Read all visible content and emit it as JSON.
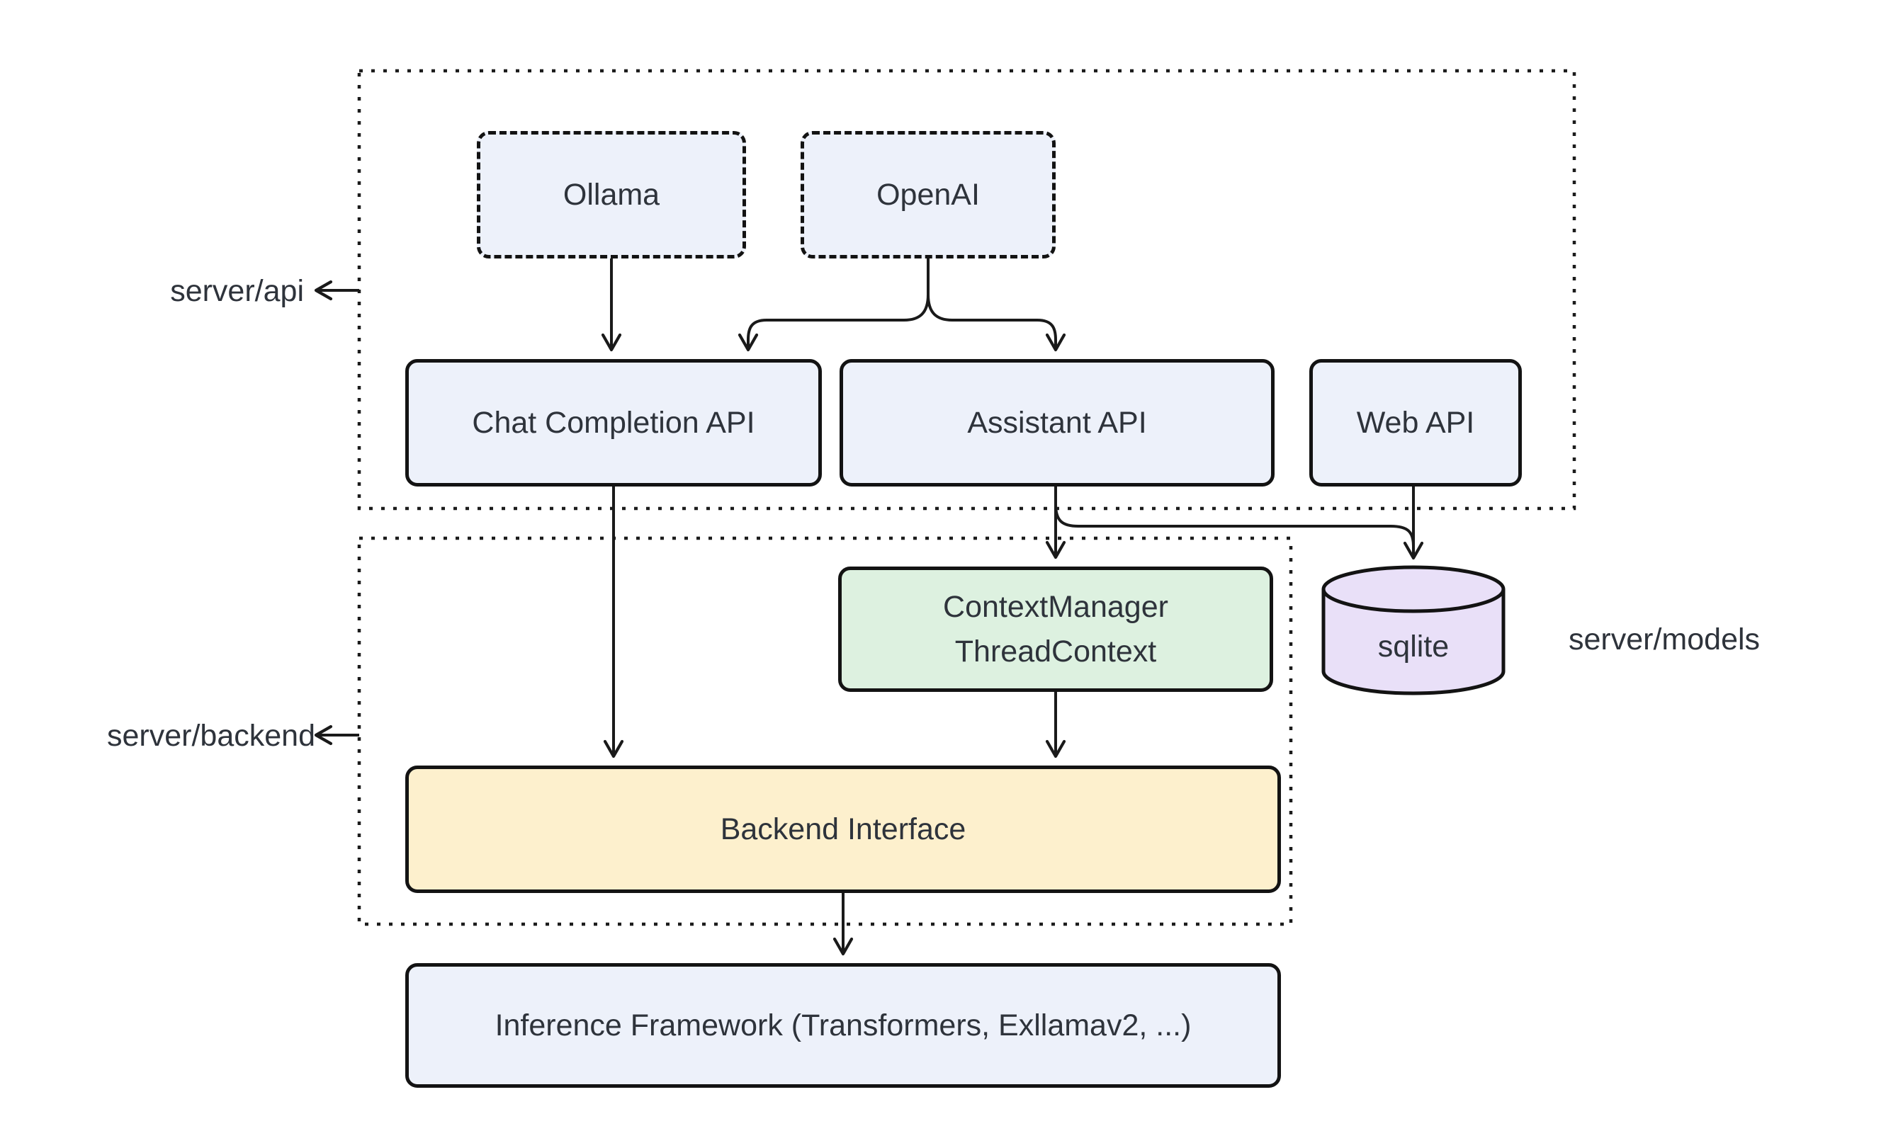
{
  "diagram": {
    "type": "architecture-flowchart",
    "background": "#ffffff"
  },
  "colors": {
    "node_blue": "#edf1fa",
    "node_green": "#ddf1e0",
    "node_yellow": "#fdf0cd",
    "node_purple": "#e9e0f8",
    "border": "#131313",
    "arrow": "#1a1a1a",
    "text": "#2e333b"
  },
  "containers": {
    "server_api": {
      "label": "server/api"
    },
    "server_backend": {
      "label": "server/backend"
    }
  },
  "labels": {
    "server_models": "server/models"
  },
  "nodes": {
    "ollama": {
      "label": "Ollama",
      "style": "dashed"
    },
    "openai": {
      "label": "OpenAI",
      "style": "dashed"
    },
    "chat_completion_api": {
      "label": "Chat Completion API",
      "style": "solid"
    },
    "assistant_api": {
      "label": "Assistant API",
      "style": "solid"
    },
    "web_api": {
      "label": "Web API",
      "style": "solid"
    },
    "context_manager": {
      "line1": "ContextManager",
      "line2": "ThreadContext",
      "style": "solid"
    },
    "sqlite": {
      "label": "sqlite",
      "shape": "cylinder"
    },
    "backend_interface": {
      "label": "Backend Interface",
      "style": "solid"
    },
    "inference_framework": {
      "label": "Inference Framework (Transformers, Exllamav2, ...)",
      "style": "solid"
    }
  },
  "edges": [
    {
      "from": "ollama",
      "to": "chat_completion_api"
    },
    {
      "from": "openai",
      "to": "chat_completion_api"
    },
    {
      "from": "openai",
      "to": "assistant_api"
    },
    {
      "from": "chat_completion_api",
      "to": "backend_interface"
    },
    {
      "from": "assistant_api",
      "to": "context_manager"
    },
    {
      "from": "assistant_api",
      "to": "sqlite"
    },
    {
      "from": "web_api",
      "to": "sqlite"
    },
    {
      "from": "context_manager",
      "to": "backend_interface"
    },
    {
      "from": "backend_interface",
      "to": "inference_framework"
    }
  ]
}
